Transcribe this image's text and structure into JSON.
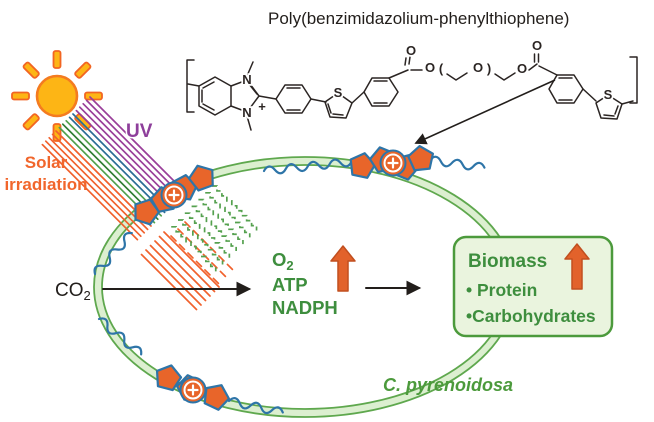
{
  "title": "Poly(benzimidazolium-phenylthiophene)",
  "sun": {
    "label_line1": "Solar",
    "label_line2": "irradiation"
  },
  "rays": {
    "uv_label": "UV"
  },
  "cell": {
    "co2": "CO",
    "co2_sub": "2",
    "products": {
      "o2": "O",
      "o2_sub": "2",
      "atp": "ATP",
      "nadph": "NADPH"
    },
    "species": "C. pyrenoidosa"
  },
  "biomass_box": {
    "title": "Biomass",
    "items": [
      "• Protein",
      "•Carbohydrates"
    ]
  },
  "chem": {
    "atoms": {
      "n_top": "N",
      "n_bottom": "N",
      "charge": "+",
      "s_left": "S",
      "s_right": "S",
      "o_carbonyl_left": "O",
      "o_ester_left": "O",
      "paren_open": "(",
      "o_mid": "O",
      "paren_close": ")",
      "o_ester_right": "O",
      "o_carbonyl_right": "O"
    }
  },
  "colors": {
    "sun_fill": "#FDB515",
    "sun_stroke": "#F47B20",
    "ray_purple": "#993E99",
    "ray_blue": "#2B6D96",
    "ray_green": "#52A14D",
    "ray_dark_green": "#2E7D32",
    "ray_orange": "#F1612C",
    "membrane_green": "#5FA84E",
    "membrane_band": "#DCEFD0",
    "text_green": "#3E8E3E",
    "species_green": "#4C9A3C",
    "box_fill": "#EAF4DE",
    "box_border": "#4C9A3C",
    "chain_blue": "#2E75A8",
    "pentagon_orange": "#E8652A",
    "arrow_orange": "#E2622B",
    "label_orange": "#F1662C",
    "uv_purple": "#8E3F9B",
    "ink_black": "#221E1B"
  }
}
